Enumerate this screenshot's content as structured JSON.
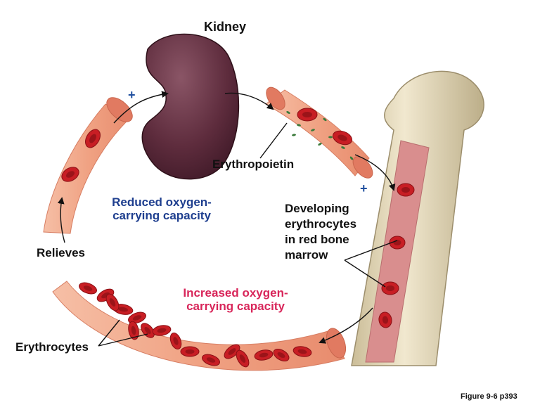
{
  "labels": {
    "kidney": "Kidney",
    "erythropoietin": "Erythropoietin",
    "reduced_line1": "Reduced oxygen-",
    "reduced_line2": "carrying capacity",
    "developing_line1": "Developing",
    "developing_line2": "erythrocytes",
    "developing_line3": "in red bone",
    "developing_line4": "marrow",
    "relieves": "Relieves",
    "increased_line1": "Increased oxygen-",
    "increased_line2": "carrying capacity",
    "erythrocytes": "Erythrocytes",
    "plus_sign": "+",
    "figure_ref": "Figure 9-6 p393"
  },
  "colors": {
    "vessel": "#f2a88a",
    "vessel_inner": "#e58a6f",
    "rbc": "#c81e24",
    "rbc_center": "#7d0d12",
    "kidney": "#5e2c3d",
    "bone": "#e8dcbc",
    "marrow": "#d98e8e",
    "reduced_text": "#1f3f8f",
    "increased_text": "#d8265a",
    "plus": "#1f4f9f"
  }
}
